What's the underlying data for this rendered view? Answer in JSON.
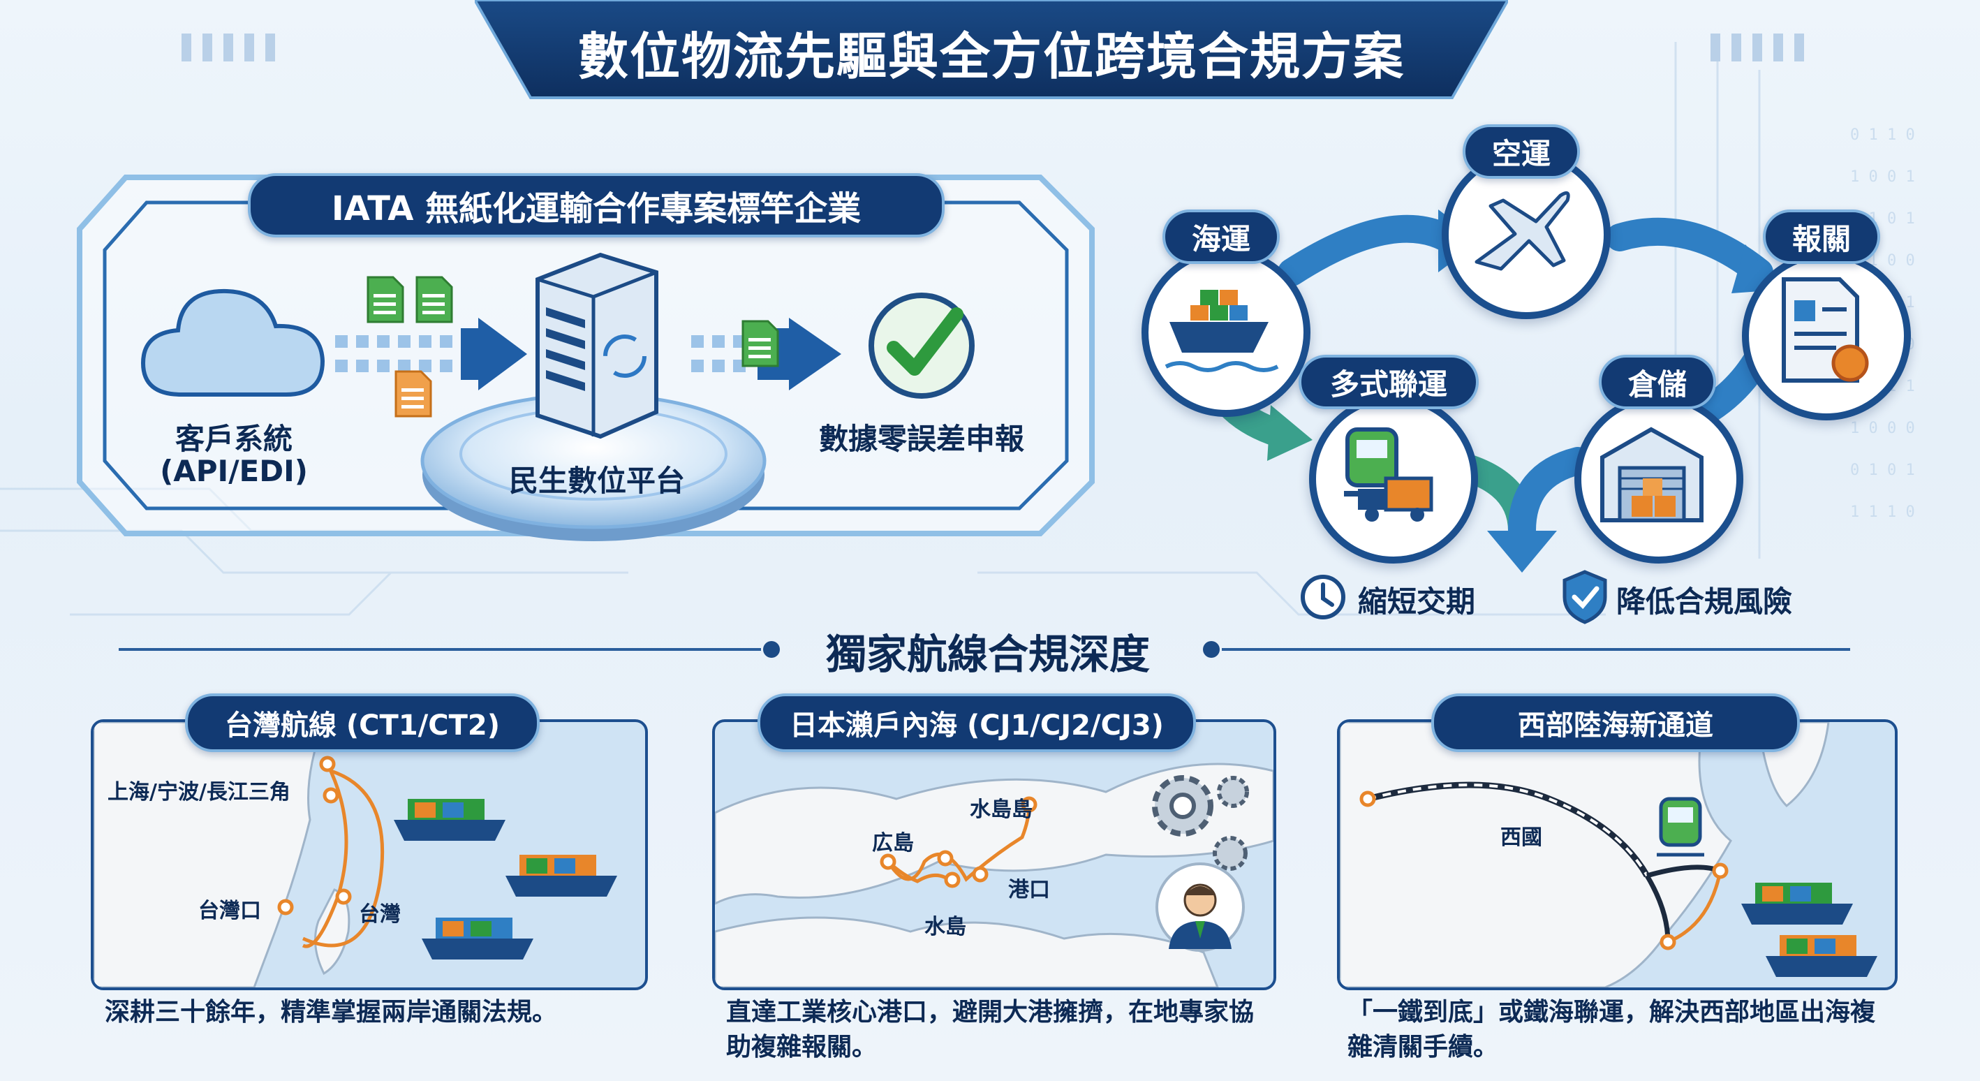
{
  "title": "數位物流先驅與全方位跨境合規方案",
  "iata": {
    "label": "IATA 無紙化運輸合作專案標竿企業",
    "client_line1": "客戶系統",
    "client_line2": "(API/EDI)",
    "platform": "民生數位平台",
    "result": "數據零誤差申報"
  },
  "services": {
    "air": "空運",
    "sea": "海運",
    "customs": "報關",
    "multimodal": "多式聯運",
    "warehouse": "倉儲",
    "benefit_time": "縮短交期",
    "benefit_risk": "降低合規風險"
  },
  "routes_section": {
    "title": "獨家航線合規深度",
    "routes": [
      {
        "name": "台灣航線 (CT1/CT2)",
        "labels": [
          "上海/宁波/長江三角",
          "台灣口",
          "台灣"
        ],
        "desc": "深耕三十餘年，精準掌握兩岸通關法規。"
      },
      {
        "name": "日本瀨戶內海 (CJ1/CJ2/CJ3)",
        "labels": [
          "水島島",
          "広島",
          "港口",
          "水島"
        ],
        "desc": "直達工業核心港口，避開大港擁擠，在地專家協助複雜報關。"
      },
      {
        "name": "西部陸海新通道",
        "labels": [
          "西國"
        ],
        "desc": "「一鐵到底」或鐵海聯運，解決西部地區出海複雜清關手續。"
      }
    ]
  },
  "colors": {
    "navy": "#123a73",
    "accent_blue": "#2f7fc4",
    "green": "#2e9a3e",
    "orange": "#e8862a",
    "teal": "#3aa08c"
  },
  "icons": [
    "cloud-icon",
    "document-icon",
    "server-icon",
    "check-circle-icon",
    "ship-icon",
    "airplane-icon",
    "customs-document-icon",
    "train-truck-icon",
    "warehouse-icon",
    "clock-icon",
    "shield-icon",
    "gear-icon",
    "person-icon"
  ]
}
